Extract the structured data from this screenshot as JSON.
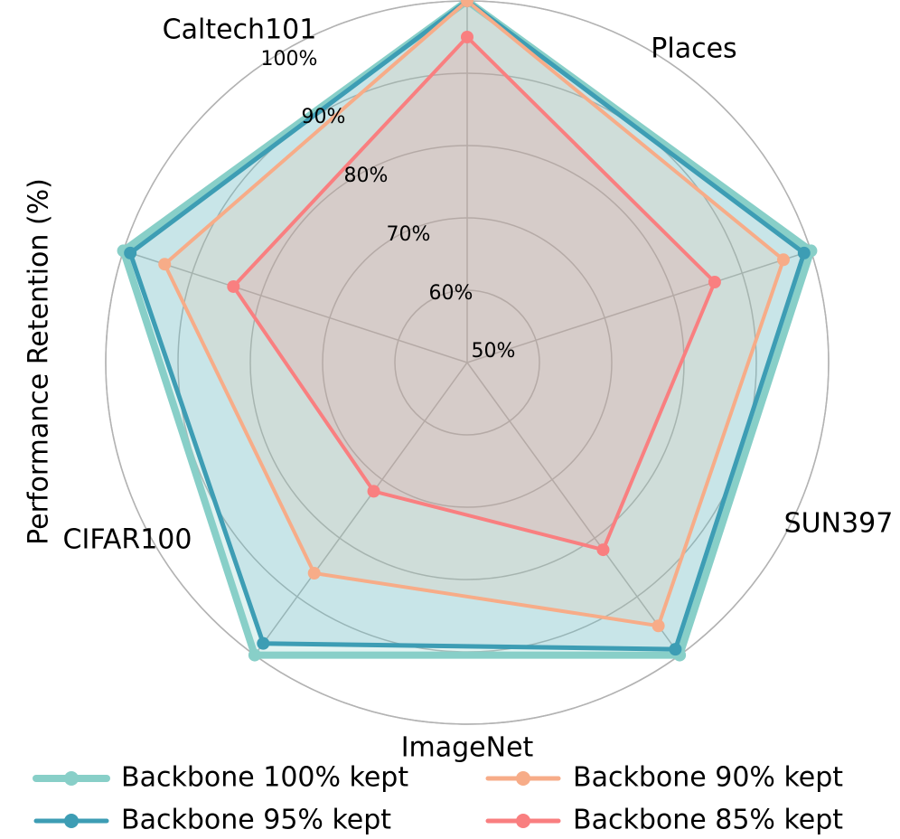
{
  "chart_data": {
    "type": "radar",
    "ylabel": "Performance Retention (%)",
    "categories": [
      "Caltech101",
      "Places",
      "SUN397",
      "ImageNet",
      "CIFAR100"
    ],
    "rlim": [
      50,
      100
    ],
    "rticks": [
      50,
      60,
      70,
      80,
      90,
      100
    ],
    "rtick_labels": [
      "50%",
      "60%",
      "70%",
      "80%",
      "90%",
      "100%"
    ],
    "grid": true,
    "legend_position": "bottom",
    "series": [
      {
        "name": "Backbone 100% kept",
        "values": [
          100,
          100,
          100,
          100,
          100
        ],
        "color": "#88CFC8"
      },
      {
        "name": "Backbone 95% kept",
        "values": [
          100,
          99,
          99,
          98,
          99
        ],
        "color": "#3D9DB4"
      },
      {
        "name": "Backbone 90% kept",
        "values": [
          100,
          96,
          95,
          86,
          94
        ],
        "color": "#F7AC88"
      },
      {
        "name": "Backbone 85% kept",
        "values": [
          95,
          86,
          82,
          72,
          84
        ],
        "color": "#F97F80"
      }
    ]
  }
}
